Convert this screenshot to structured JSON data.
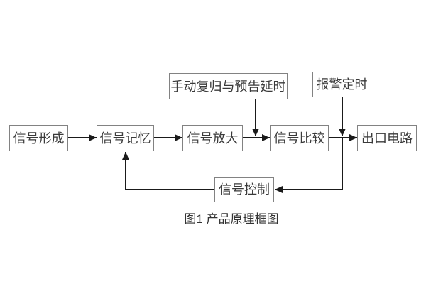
{
  "figure": {
    "caption": "图1 产品原理框图"
  },
  "diagram": {
    "type": "block-diagram",
    "blocks": [
      {
        "id": "signal-formation",
        "label": "信号形成"
      },
      {
        "id": "signal-memory",
        "label": "信号记忆"
      },
      {
        "id": "signal-amplification",
        "label": "信号放大"
      },
      {
        "id": "signal-comparison",
        "label": "信号比较"
      },
      {
        "id": "output-circuit",
        "label": "出口电路"
      },
      {
        "id": "manual-reset-delay",
        "label": "手动复归与预告延时"
      },
      {
        "id": "alarm-timing",
        "label": "报警定时"
      },
      {
        "id": "signal-control",
        "label": "信号控制"
      }
    ],
    "connections": [
      {
        "from": "signal-formation",
        "to": "signal-memory",
        "style": "arrow-right"
      },
      {
        "from": "signal-memory",
        "to": "signal-amplification",
        "style": "arrow-right"
      },
      {
        "from": "signal-amplification",
        "to": "signal-comparison",
        "style": "arrow-right"
      },
      {
        "from": "signal-comparison",
        "to": "output-circuit",
        "style": "arrow-right"
      },
      {
        "from": "manual-reset-delay",
        "to": "amplification-comparison-link",
        "style": "arrow-down"
      },
      {
        "from": "alarm-timing",
        "to": "comparison-output-link",
        "style": "arrow-down"
      },
      {
        "from": "comparison-output-link",
        "to": "signal-control",
        "style": "down-then-left-arrow"
      },
      {
        "from": "signal-control",
        "to": "signal-memory",
        "style": "left-then-up-arrow"
      }
    ],
    "colors": {
      "background": "#ffffff",
      "box_border": "#828282",
      "box_fill": "#ffffff",
      "text": "#3a3a3a",
      "line": "#1a1a1a",
      "caption_text": "#333333"
    }
  }
}
